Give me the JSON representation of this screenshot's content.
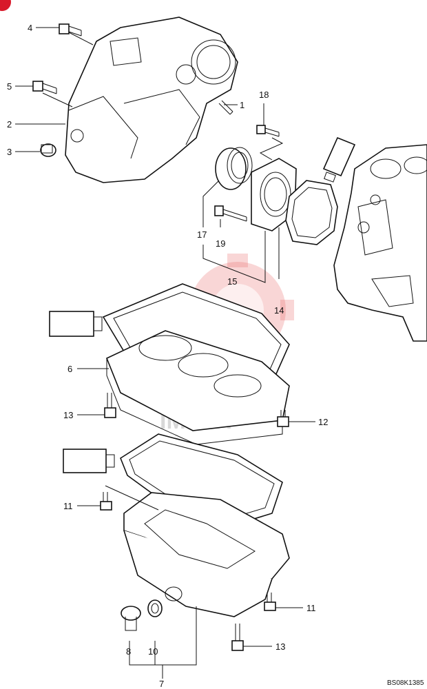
{
  "drawing_code": "BS08K1385",
  "watermark": "IMTEX",
  "callouts": [
    {
      "id": "p1",
      "label": "1"
    },
    {
      "id": "p2",
      "label": "2"
    },
    {
      "id": "p3",
      "label": "3"
    },
    {
      "id": "p4",
      "label": "4"
    },
    {
      "id": "p5",
      "label": "5"
    },
    {
      "id": "p6",
      "label": "6"
    },
    {
      "id": "p7",
      "label": "7"
    },
    {
      "id": "p8",
      "label": "8"
    },
    {
      "id": "p10",
      "label": "10"
    },
    {
      "id": "p11a",
      "label": "11"
    },
    {
      "id": "p11b",
      "label": "11"
    },
    {
      "id": "p12",
      "label": "12"
    },
    {
      "id": "p13a",
      "label": "13"
    },
    {
      "id": "p13b",
      "label": "13"
    },
    {
      "id": "p14",
      "label": "14"
    },
    {
      "id": "p15",
      "label": "15"
    },
    {
      "id": "p17",
      "label": "17"
    },
    {
      "id": "p18",
      "label": "18"
    },
    {
      "id": "p19",
      "label": "19"
    }
  ],
  "colors": {
    "accent": "#d8192a",
    "watermark": "#e86b6b"
  }
}
